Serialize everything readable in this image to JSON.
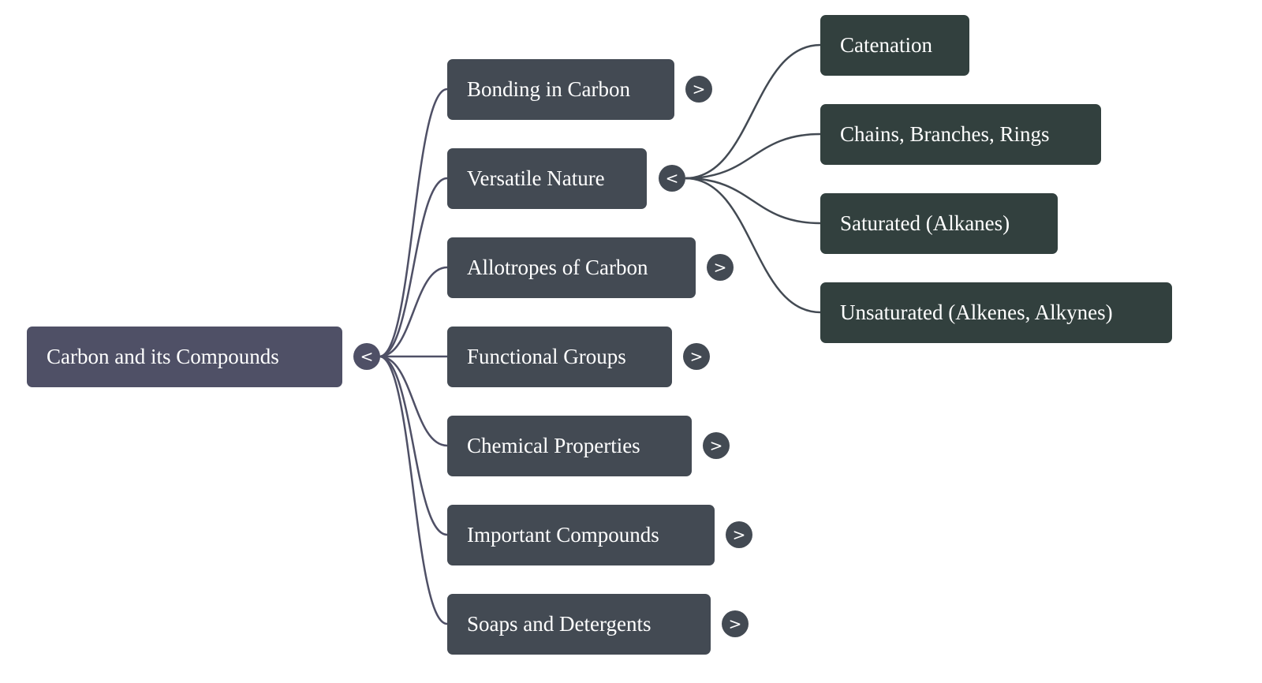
{
  "mindmap": {
    "root": {
      "label": "Carbon and its Compounds",
      "expanded": true,
      "toggle_glyph": "<"
    },
    "children": [
      {
        "label": "Bonding in Carbon",
        "expanded": false,
        "toggle_glyph": ">"
      },
      {
        "label": "Versatile Nature",
        "expanded": true,
        "toggle_glyph": "<",
        "children": [
          {
            "label": "Catenation"
          },
          {
            "label": "Chains, Branches, Rings"
          },
          {
            "label": "Saturated (Alkanes)"
          },
          {
            "label": "Unsaturated (Alkenes, Alkynes)"
          }
        ]
      },
      {
        "label": "Allotropes of Carbon",
        "expanded": false,
        "toggle_glyph": ">"
      },
      {
        "label": "Functional Groups",
        "expanded": false,
        "toggle_glyph": ">"
      },
      {
        "label": "Chemical Properties",
        "expanded": false,
        "toggle_glyph": ">"
      },
      {
        "label": "Important Compounds",
        "expanded": false,
        "toggle_glyph": ">"
      },
      {
        "label": "Soaps and Detergents",
        "expanded": false,
        "toggle_glyph": ">"
      }
    ]
  },
  "colors": {
    "root_fill": "#4f5066",
    "level1_fill": "#434a53",
    "level2_fill": "#32403e",
    "root_link": "#4f5066",
    "level1_link": "#434a53",
    "text": "#ffffff"
  }
}
